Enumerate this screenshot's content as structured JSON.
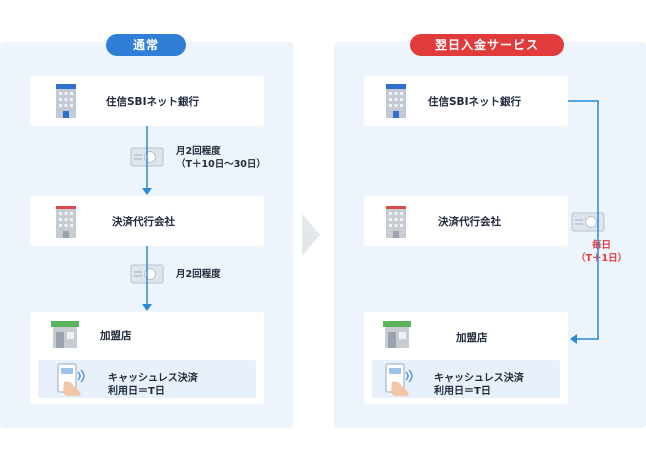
{
  "flows": {
    "normal": {
      "badge": "通常",
      "bank": "住信SBIネット銀行",
      "payment_agent": "決済代行会社",
      "merchant": "加盟店",
      "step1_line1": "月2回程度",
      "step1_line2": "（T＋10日〜30日）",
      "step2": "月2回程度",
      "cashless_line1": "キャッシュレス決済",
      "cashless_line2": "利用日＝T日"
    },
    "next_day": {
      "badge": "翌日入金サービス",
      "bank": "住信SBIネット銀行",
      "payment_agent": "決済代行会社",
      "merchant": "加盟店",
      "payout_line1": "毎日",
      "payout_line2": "（T＋1日）",
      "cashless_line1": "キャッシュレス決済",
      "cashless_line2": "利用日＝T日"
    }
  },
  "colors": {
    "blue_accent": "#2f7fd6",
    "red_accent": "#e23b3b",
    "panel_bg": "#edf4fb",
    "arrow": "#2a8ad9"
  },
  "icons": {
    "bank": "building-icon",
    "agent": "office-building-icon",
    "merchant": "store-icon",
    "money": "banknote-icon",
    "cashless": "tap-to-pay-icon"
  }
}
